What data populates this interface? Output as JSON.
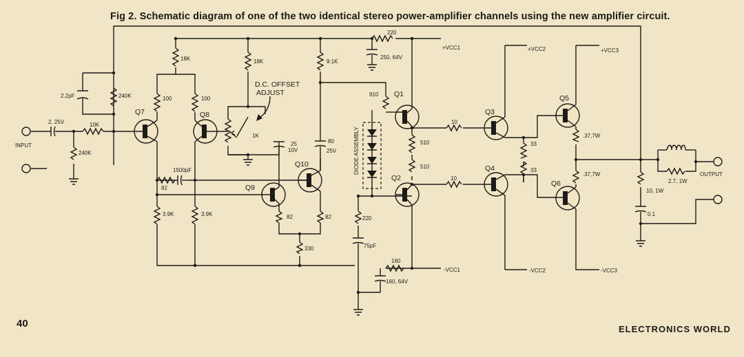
{
  "caption": "Fig 2. Schematic diagram of one of the two identical stereo power-amplifier channels using the new amplifier circuit.",
  "page_number": "40",
  "magazine": "ELECTRONICS WORLD",
  "terminals": {
    "input": "INPUT",
    "output": "OUTPUT"
  },
  "rails": {
    "vcc1_pos": "+VCC1",
    "vcc2_pos": "+VCC2",
    "vcc3_pos": "+VCC3",
    "vcc1_neg": "-VCC1",
    "vcc2_neg": "-VCC2",
    "vcc3_neg": "-VCC3"
  },
  "transistors": {
    "q1": "Q1",
    "q2": "Q2",
    "q3": "Q3",
    "q4": "Q4",
    "q5": "Q5",
    "q6": "Q6",
    "q7": "Q7",
    "q8": "Q8",
    "q9": "Q9",
    "q10": "Q10"
  },
  "annotations": {
    "dc_offset": "D.C. OFFSET",
    "dc_adjust": "ADJUST",
    "diode_assembly": "DIODE ASSEMBLY"
  },
  "components": {
    "c_in": "2, 25V",
    "c_fb": "2.2pF",
    "r_in_series": "10K",
    "r_in_shunt": "240K",
    "r_bias": "240K",
    "r_col_a": "18K",
    "r_col_b": "18K",
    "r_top_c": "9.1K",
    "r_rail": "220",
    "c_rail_top": "250, 64V",
    "r_q7": "100",
    "r_q8": "100",
    "pot": "1K",
    "c_25": "25",
    "c_25v": "10V",
    "c_80": "80",
    "c_80v": "25V",
    "r_910": "910",
    "r_510a": "510",
    "r_510b": "510",
    "r_b3": "10",
    "r_b4": "10",
    "r_33a": "33",
    "r_33b": "33",
    "r_e5": ".37,7W",
    "r_e6": ".37,7W",
    "c_1500": "1500pF",
    "r_82a": "82",
    "r_82b": "82",
    "r_82c": "82",
    "r_39a": "3.9K",
    "r_39b": "3.9K",
    "r_330": "330",
    "r_220b": "220",
    "c_75": "75pF",
    "r_160": "160",
    "c_160": "160, 64V",
    "r_zobel": "10, 1W",
    "c_zobel": "0.1",
    "r_out": "2.7, 1W"
  }
}
